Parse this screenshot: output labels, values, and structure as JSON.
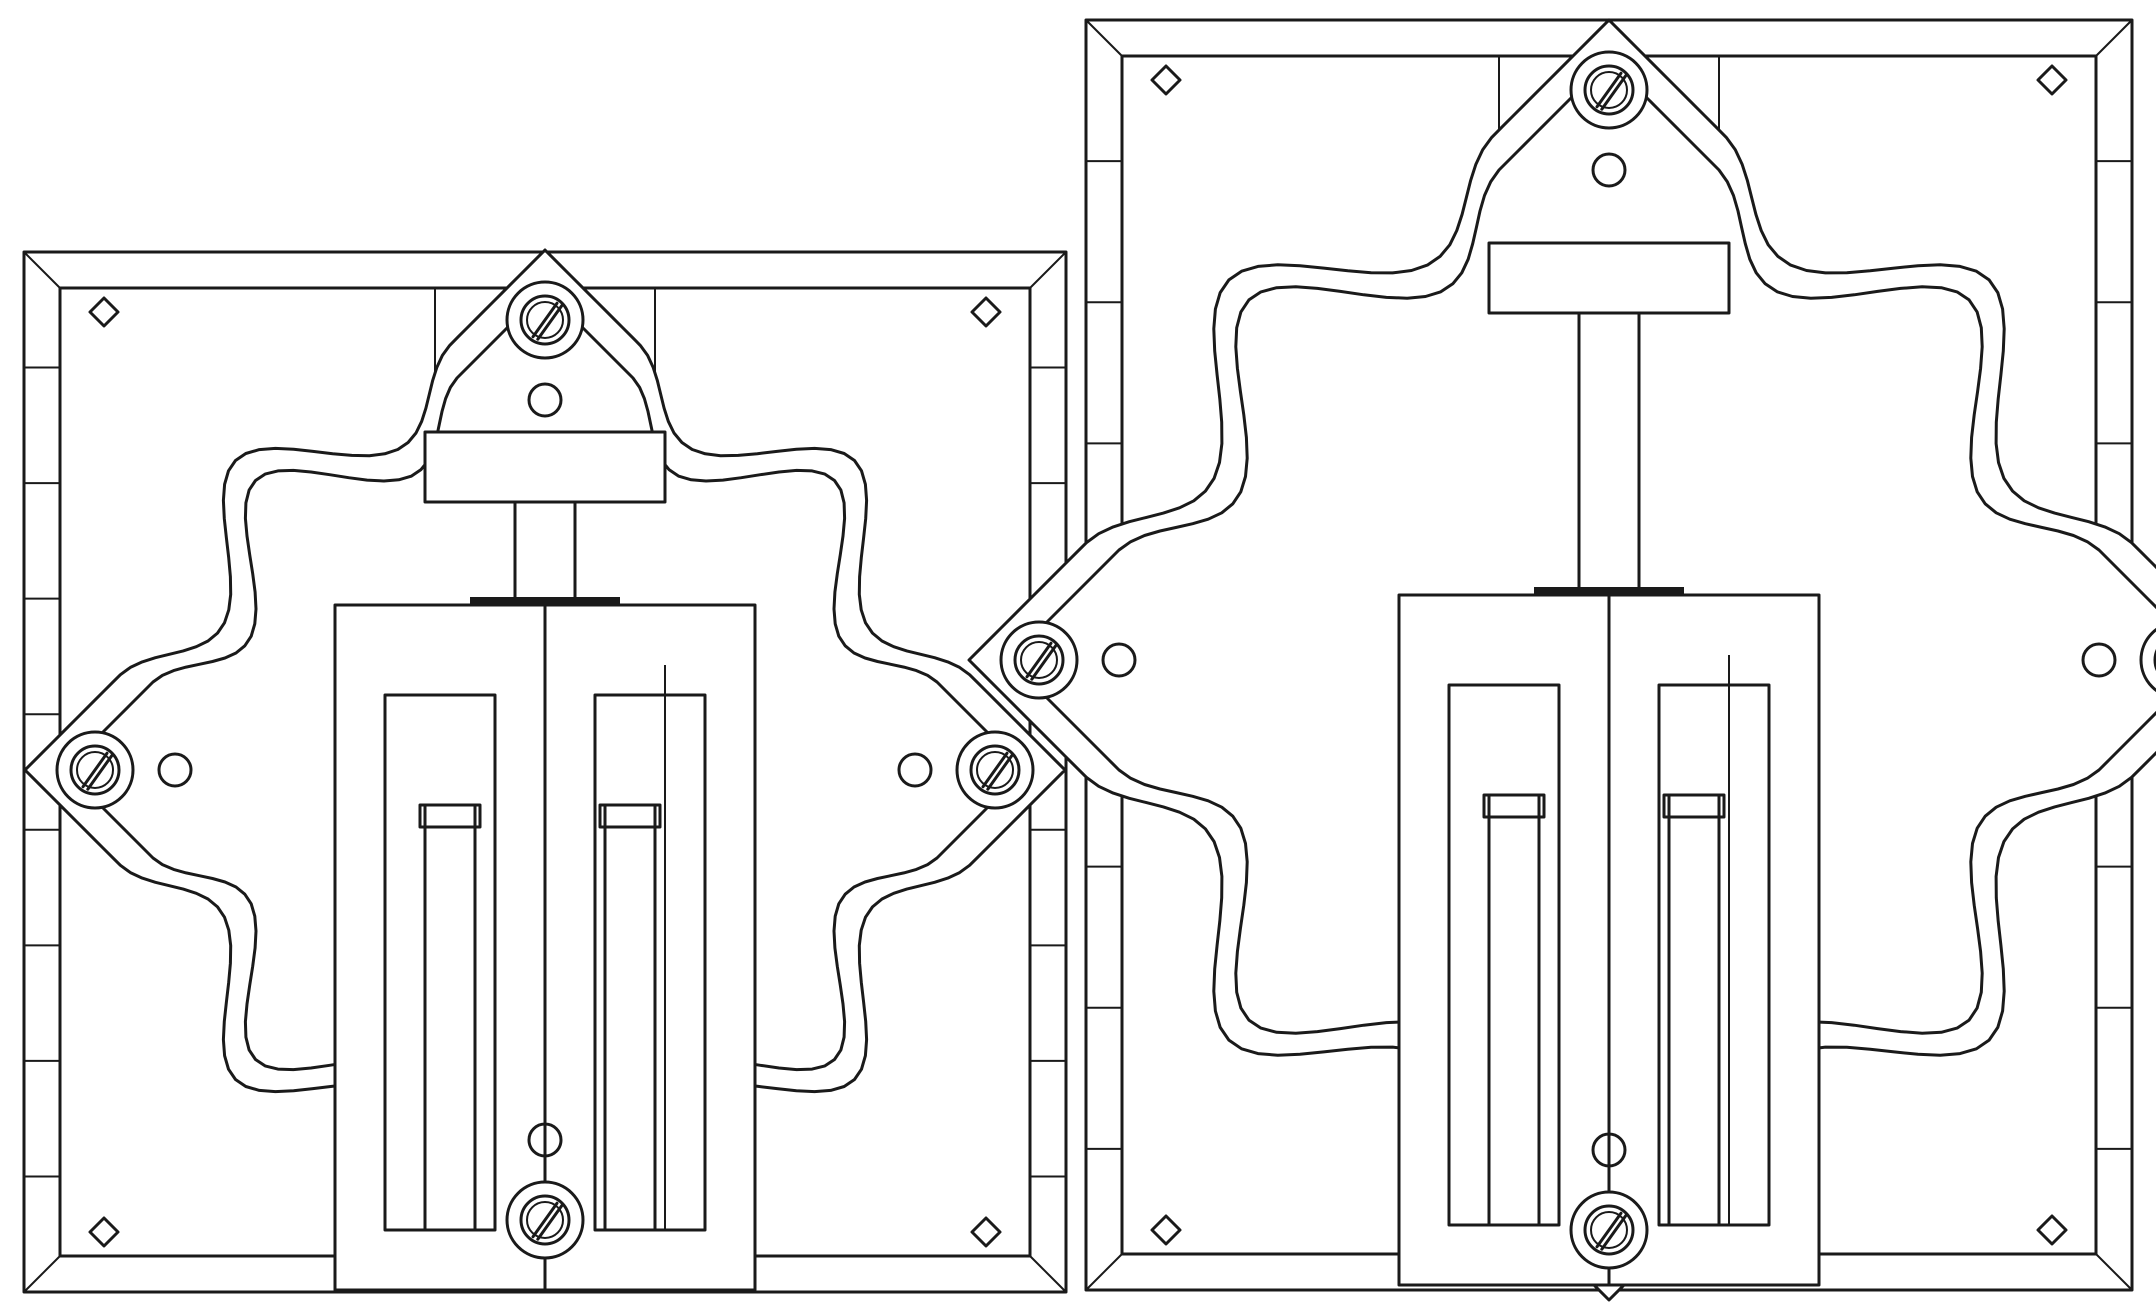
{
  "figure": {
    "panels": [
      {
        "id": "left",
        "state": "compressed"
      },
      {
        "id": "right",
        "state": "extended"
      }
    ],
    "line_color": "#1a1a1a",
    "background": "#ffffff"
  }
}
